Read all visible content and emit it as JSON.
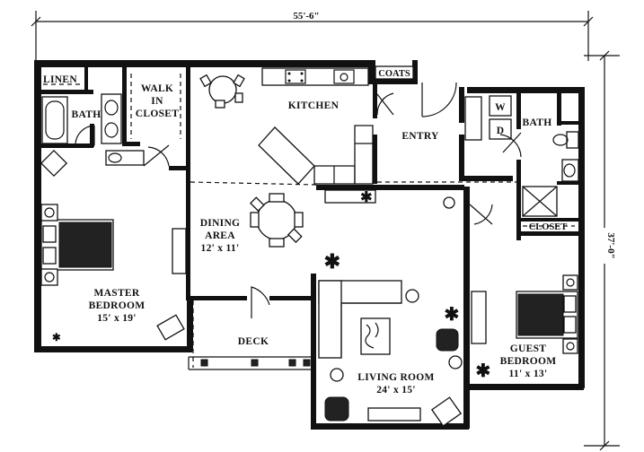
{
  "plan": {
    "overall_width": "55'-6\"",
    "overall_depth": "37'-0\""
  },
  "rooms": {
    "linen": "LINEN",
    "master_bath": "BATH",
    "walk_in_line1": "WALK",
    "walk_in_line2": "IN",
    "walk_in_line3": "CLOSET",
    "kitchen": "KITCHEN",
    "coats": "COATS",
    "entry": "ENTRY",
    "washer": "W",
    "dryer": "D",
    "guest_bath": "BATH",
    "dining_line1": "DINING",
    "dining_line2": "AREA",
    "dining_size": "12' x 11'",
    "closet": "CLOSET",
    "master_line1": "MASTER",
    "master_line2": "BEDROOM",
    "master_size": "15' x 19'",
    "deck": "DECK",
    "living": "LIVING ROOM",
    "living_size": "24' x 15'",
    "guest_line1": "GUEST",
    "guest_line2": "BEDROOM",
    "guest_size": "11' x 13'"
  }
}
